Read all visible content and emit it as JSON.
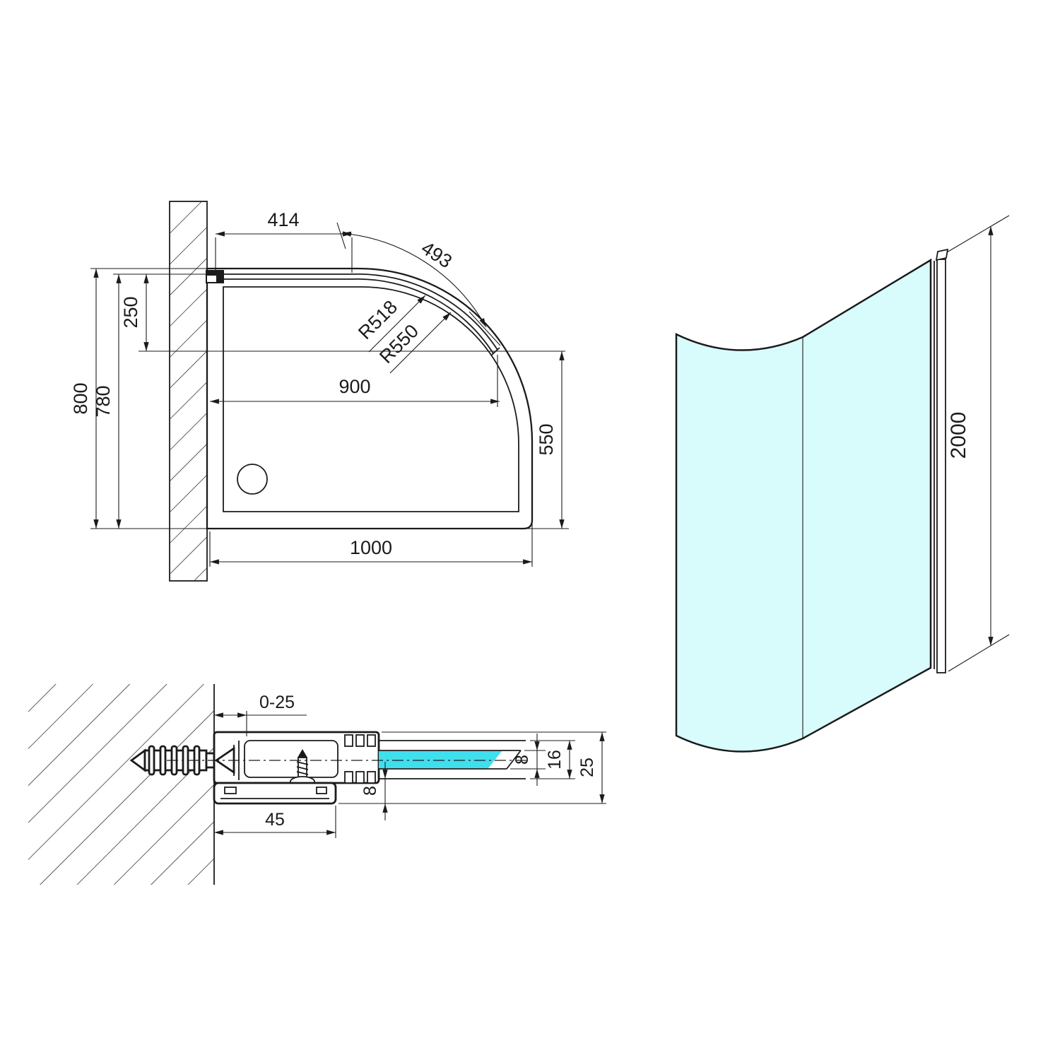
{
  "colors": {
    "background": "#ffffff",
    "line": "#1b1b1b",
    "glass_3d": "#d8fbfc",
    "glass_section": "#3fdfee"
  },
  "plan_view": {
    "dims": {
      "d414": "414",
      "d493": "493",
      "r518": "R518",
      "r550": "R550",
      "d250": "250",
      "d780": "780",
      "d800": "800",
      "d900": "900",
      "d550": "550",
      "d1000": "1000"
    }
  },
  "panel_view": {
    "dims": {
      "d2000": "2000"
    }
  },
  "section_view": {
    "dims": {
      "adjust": "0-25",
      "glass": "8",
      "channel": "16",
      "total": "25",
      "gap": "8",
      "depth": "45"
    }
  }
}
